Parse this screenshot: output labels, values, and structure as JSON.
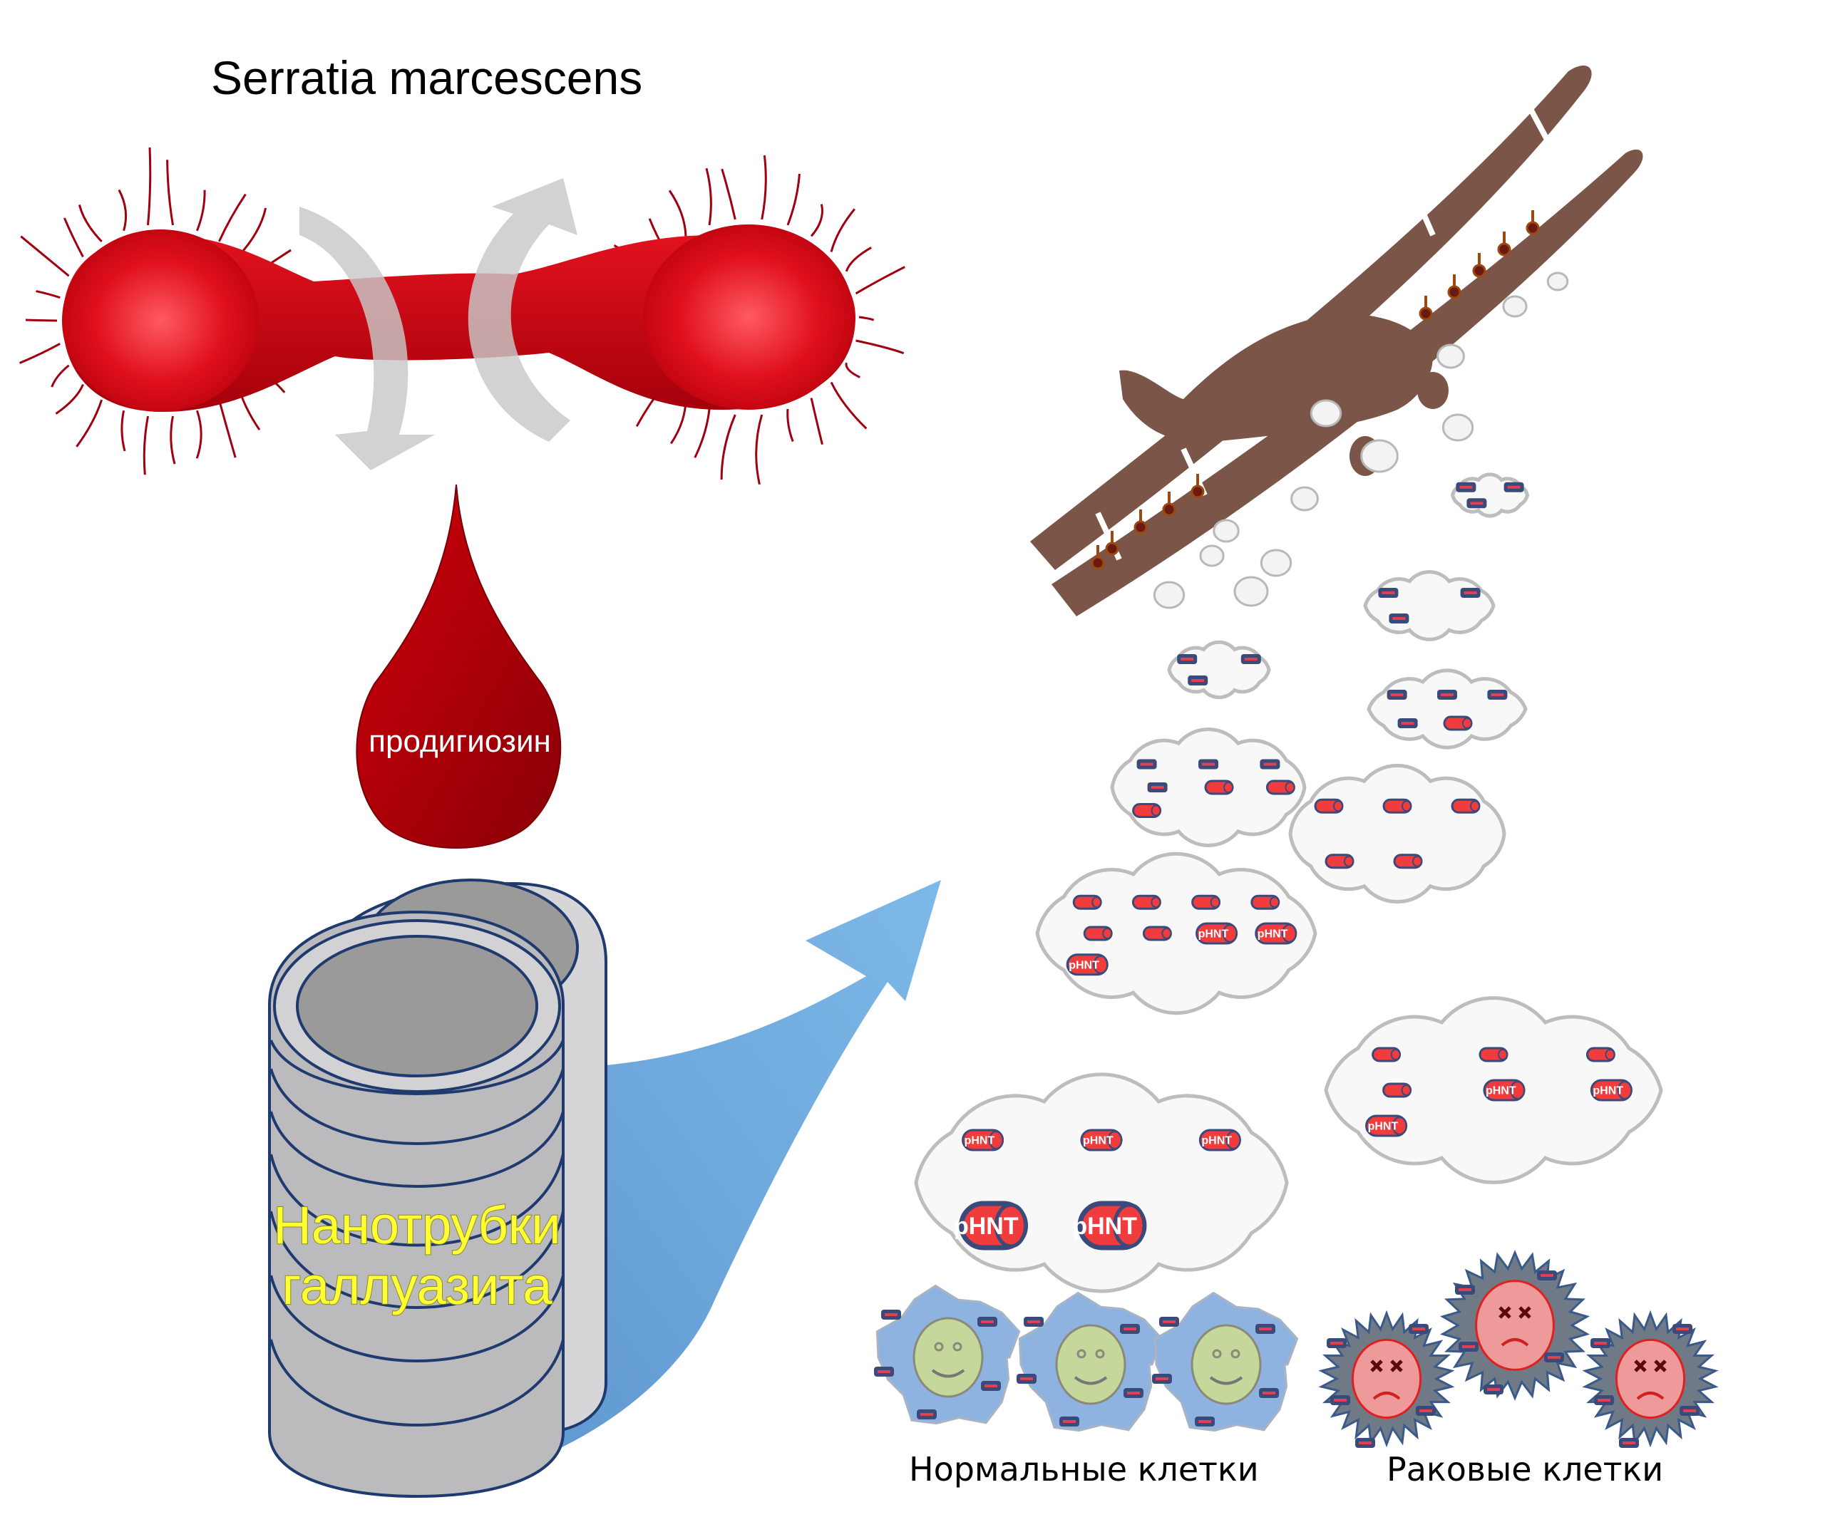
{
  "title": "Serratia marcescens",
  "drop": {
    "label": "продигиозин"
  },
  "nanotube": {
    "label_line1": "Нанотрубки",
    "label_line2": "галлуазита"
  },
  "phnt_label": "pHNT",
  "cells": {
    "normal": {
      "label": "Нормальные клетки",
      "count": 3,
      "state": "healthy"
    },
    "cancer": {
      "label": "Раковые клетки",
      "count": 3,
      "state": "dead"
    }
  },
  "colors": {
    "bacterium": "#d4000f",
    "drop": "#b0000a",
    "plane": "#7a5548",
    "arrow": "#6fa8dc",
    "nanotube_fill": "#c8c8cc",
    "nanotube_stroke": "#1f3a6e",
    "phnt_fill": "#f03c3c",
    "phnt_stroke": "#3a4a7a",
    "normal_cell": "#8fb3e0",
    "normal_face": "#c5d79a",
    "cancer_cell": "#6f7a86",
    "cancer_face": "#ef9a9a"
  },
  "clouds": [
    {
      "id": "cloud-1",
      "charges": 3,
      "small_tubes": 0,
      "labeled_tubes": 0,
      "big_labeled": 0
    },
    {
      "id": "cloud-2",
      "charges": 3,
      "small_tubes": 0,
      "labeled_tubes": 0,
      "big_labeled": 0
    },
    {
      "id": "cloud-3",
      "charges": 3,
      "small_tubes": 0,
      "labeled_tubes": 0,
      "big_labeled": 0
    },
    {
      "id": "cloud-4",
      "charges": 4,
      "small_tubes": 1,
      "labeled_tubes": 0,
      "big_labeled": 0
    },
    {
      "id": "cloud-5",
      "charges": 4,
      "small_tubes": 3,
      "labeled_tubes": 0,
      "big_labeled": 0
    },
    {
      "id": "cloud-6",
      "charges": 0,
      "small_tubes": 5,
      "labeled_tubes": 0,
      "big_labeled": 0
    },
    {
      "id": "cloud-7",
      "charges": 0,
      "small_tubes": 6,
      "labeled_tubes": 3,
      "big_labeled": 0
    },
    {
      "id": "cloud-8",
      "charges": 0,
      "small_tubes": 4,
      "labeled_tubes": 3,
      "big_labeled": 0
    },
    {
      "id": "cloud-9",
      "charges": 0,
      "small_tubes": 0,
      "labeled_tubes": 3,
      "big_labeled": 2
    }
  ]
}
